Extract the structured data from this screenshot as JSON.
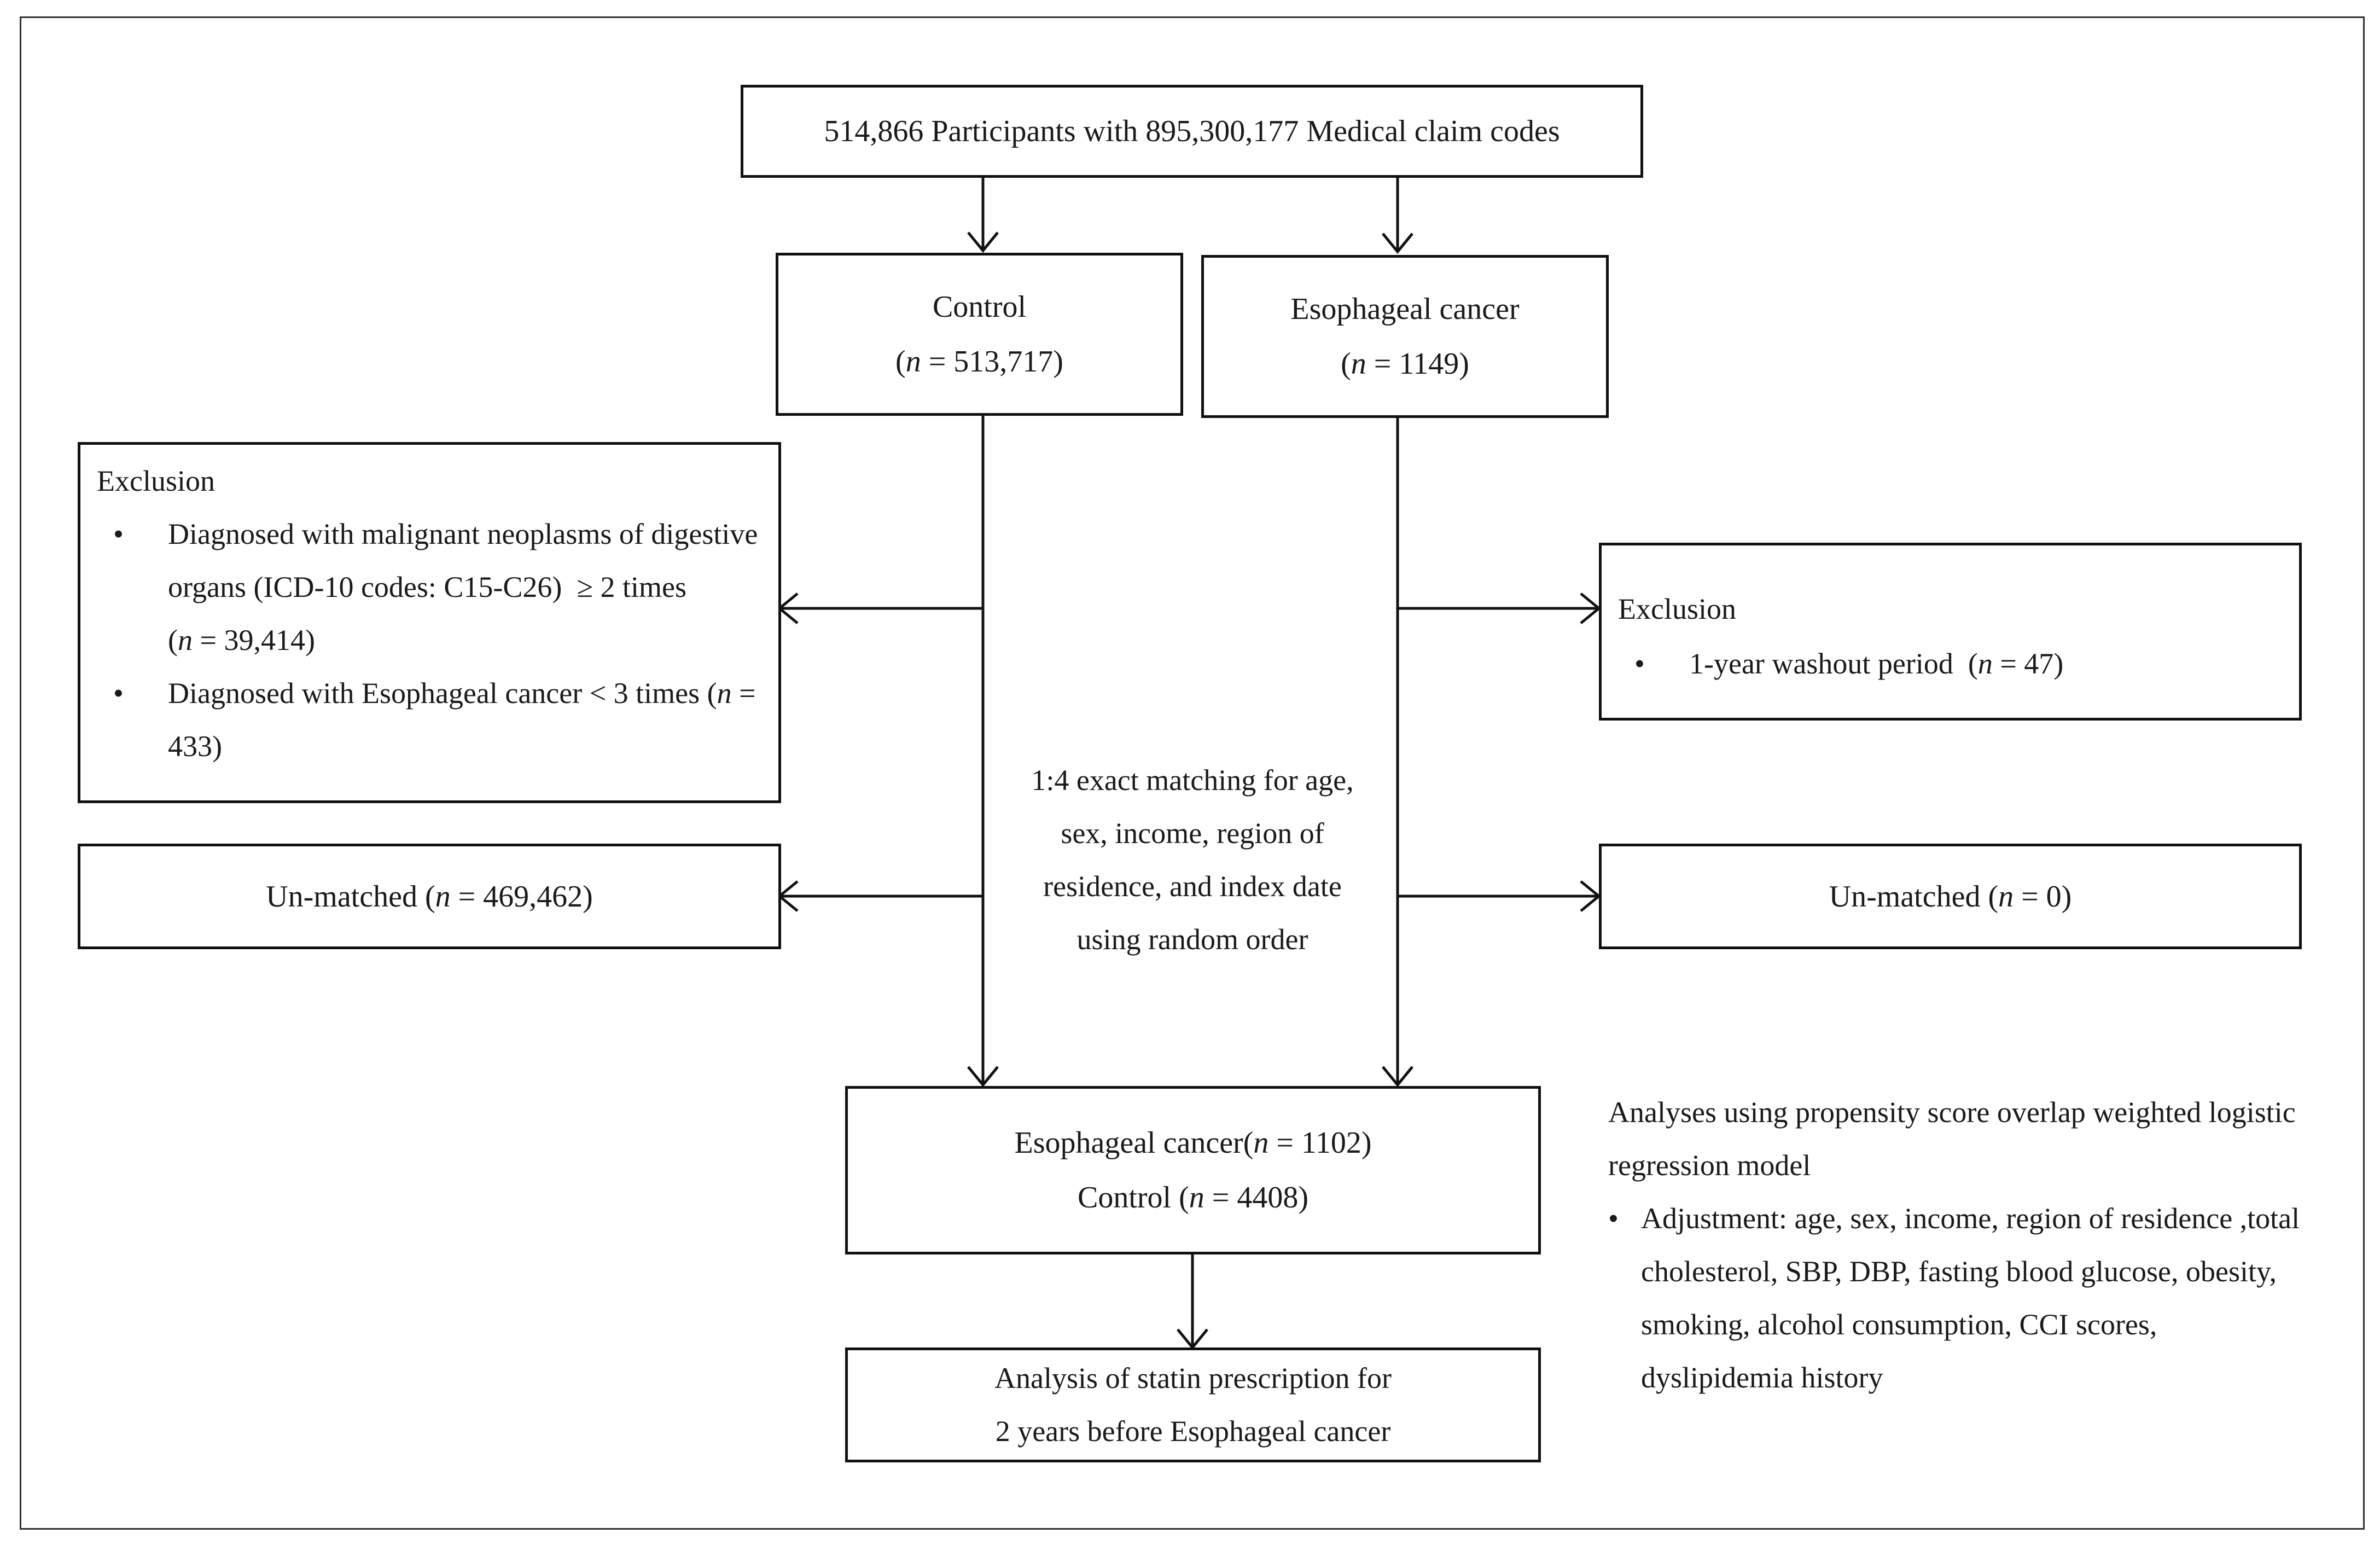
{
  "top": {
    "num1": "514,866",
    "mid": " Participants with ",
    "num2": "895,300,177",
    "tail": " Medical claim codes"
  },
  "control": {
    "title": "Control",
    "open": "(",
    "n": "n",
    "count": " = 513,717)"
  },
  "esoph": {
    "title": "Esophageal cancer",
    "open": "(",
    "n": "n",
    "count": " = 1149)"
  },
  "exclusion_left": {
    "title": "Exclusion",
    "bullet": "•",
    "item1_line1": "Diagnosed with malignant neoplasms of digestive",
    "item1_line2": "organs (ICD-10 codes: C15-C26)  ≥ 2 times",
    "item1_line3_open": "(",
    "item1_line3_n": "n",
    "item1_line3_rest": " = 39,414)",
    "item2_line1_a": "Diagnosed with Esophageal cancer < 3 times (",
    "item2_line1_n": "n",
    "item2_line1_b": " =",
    "item2_line2": "433)"
  },
  "exclusion_right": {
    "title": "Exclusion",
    "bullet": "•",
    "item_a": "1-year washout period  (",
    "item_n": "n",
    "item_b": " = 47)"
  },
  "unmatched_left": {
    "a": "Un-matched (",
    "n": "n",
    "b": " = 469,462)"
  },
  "unmatched_right": {
    "a": "Un-matched (",
    "n": "n",
    "b": " = 0)"
  },
  "matching": {
    "line1": "1:4 exact matching for age,",
    "line2": "sex, income, region of",
    "line3": "residence, and index date",
    "line4": "using random order"
  },
  "matched": {
    "l1_a": "Esophageal cancer(",
    "l1_n": "n",
    "l1_b": " = 1102)",
    "l2_a": "Control (",
    "l2_n": "n",
    "l2_b": " = 4408)"
  },
  "analysis": {
    "line1": "Analysis of statin prescription for",
    "line2": "2 years before Esophageal cancer"
  },
  "side_note": {
    "line1": "Analyses using propensity score overlap weighted logistic",
    "line2": "regression model",
    "bullet": "•",
    "adj1": "Adjustment: age, sex, income, region of residence ,total",
    "adj2": "cholesterol, SBP, DBP, fasting blood glucose, obesity,",
    "adj3": "smoking, alcohol consumption, CCI scores,",
    "adj4": "dyslipidemia history"
  }
}
